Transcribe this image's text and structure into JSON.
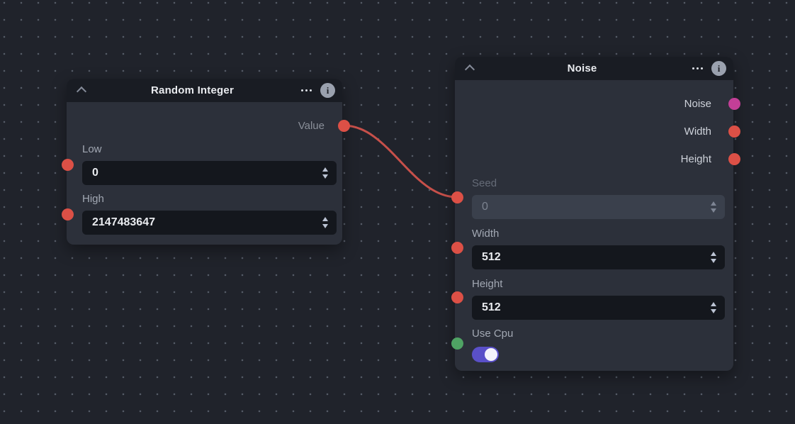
{
  "canvas": {
    "background_color": "#20232b",
    "dot_color": "#555b67"
  },
  "connection": {
    "from_node": "Random Integer",
    "from_port": "Value",
    "to_node": "Noise",
    "to_port": "Seed",
    "color": "#c7504a"
  },
  "icons": {
    "collapse_icon": "chevron-up",
    "menu_icon": "ellipsis",
    "info_glyph": "i"
  },
  "port_colors": {
    "integer": "#dc5046",
    "noise": "#c33f97",
    "boolean": "#4fa364"
  },
  "nodes": {
    "random_integer": {
      "title": "Random Integer",
      "outputs": [
        {
          "label": "Value",
          "type": "integer"
        }
      ],
      "widgets": [
        {
          "label": "Low",
          "value": "0"
        },
        {
          "label": "High",
          "value": "2147483647"
        }
      ]
    },
    "noise": {
      "title": "Noise",
      "outputs": [
        {
          "label": "Noise",
          "type": "noise"
        },
        {
          "label": "Width",
          "type": "integer"
        },
        {
          "label": "Height",
          "type": "integer"
        }
      ],
      "widgets": [
        {
          "label": "Seed",
          "value": "0",
          "state": "disabled"
        },
        {
          "label": "Width",
          "value": "512"
        },
        {
          "label": "Height",
          "value": "512"
        },
        {
          "label": "Use Cpu",
          "type": "toggle",
          "value": "on"
        }
      ]
    }
  }
}
